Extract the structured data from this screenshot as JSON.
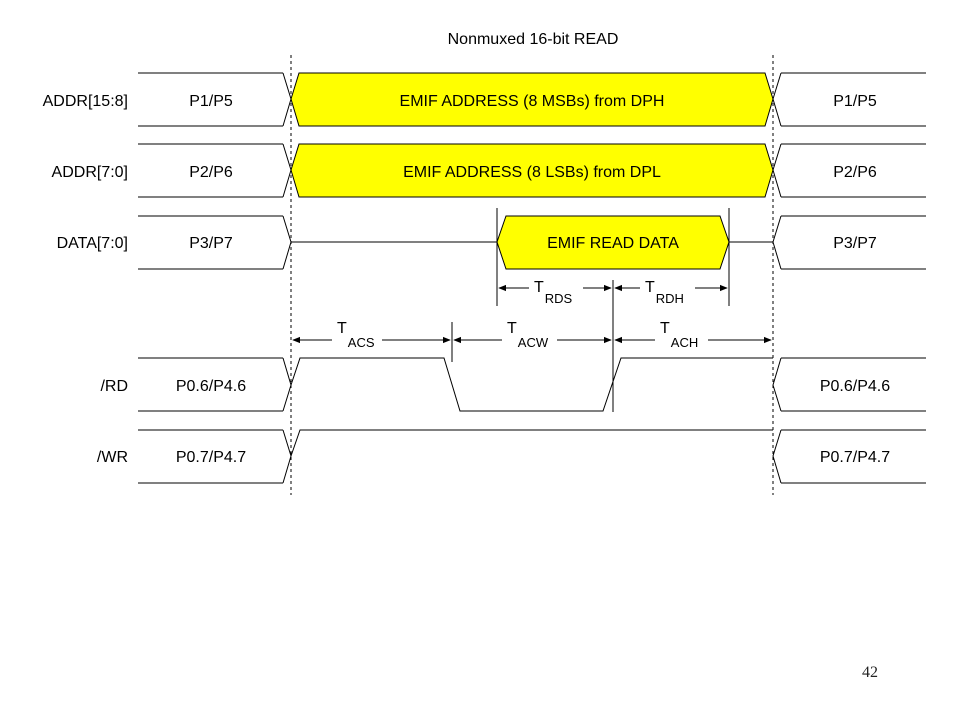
{
  "title": "Nonmuxed 16-bit READ",
  "colors": {
    "bus_fill": "#ffff00",
    "line": "#000000",
    "text": "#000000"
  },
  "signals": {
    "addr_high": {
      "label": "ADDR[15:8]",
      "left_value": "P1/P5",
      "right_value": "P1/P5",
      "bus_text": "EMIF ADDRESS (8 MSBs) from DPH"
    },
    "addr_low": {
      "label": "ADDR[7:0]",
      "left_value": "P2/P6",
      "right_value": "P2/P6",
      "bus_text": "EMIF ADDRESS (8 LSBs) from DPL"
    },
    "data": {
      "label": "DATA[7:0]",
      "left_value": "P3/P7",
      "right_value": "P3/P7",
      "bus_text": "EMIF READ DATA"
    },
    "rd": {
      "label": "/RD",
      "left_value": "P0.6/P4.6",
      "right_value": "P0.6/P4.6"
    },
    "wr": {
      "label": "/WR",
      "left_value": "P0.7/P4.7",
      "right_value": "P0.7/P4.7"
    }
  },
  "timing": {
    "t_rds": {
      "main": "T",
      "sub": "RDS"
    },
    "t_rdh": {
      "main": "T",
      "sub": "RDH"
    },
    "t_acs": {
      "main": "T",
      "sub": "ACS"
    },
    "t_acw": {
      "main": "T",
      "sub": "ACW"
    },
    "t_ach": {
      "main": "T",
      "sub": "ACH"
    }
  },
  "page_number": "42"
}
